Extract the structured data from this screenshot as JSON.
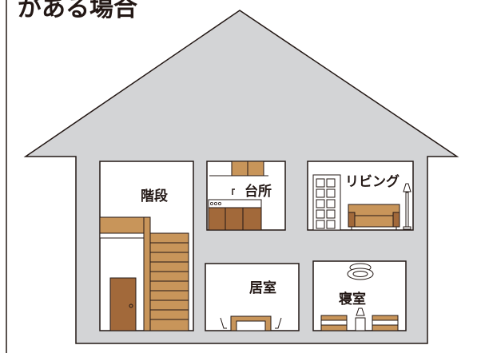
{
  "heading": "がある場合",
  "rooms": {
    "stairs": "階段",
    "kitchen": "台所",
    "living": "リビング",
    "den": "居室",
    "bedroom": "寝室"
  },
  "colors": {
    "house_fill": "#d3d4d6",
    "outline": "#231815",
    "wood_light": "#c8955a",
    "wood_dark": "#a2693a",
    "room_fill": "#ffffff"
  }
}
